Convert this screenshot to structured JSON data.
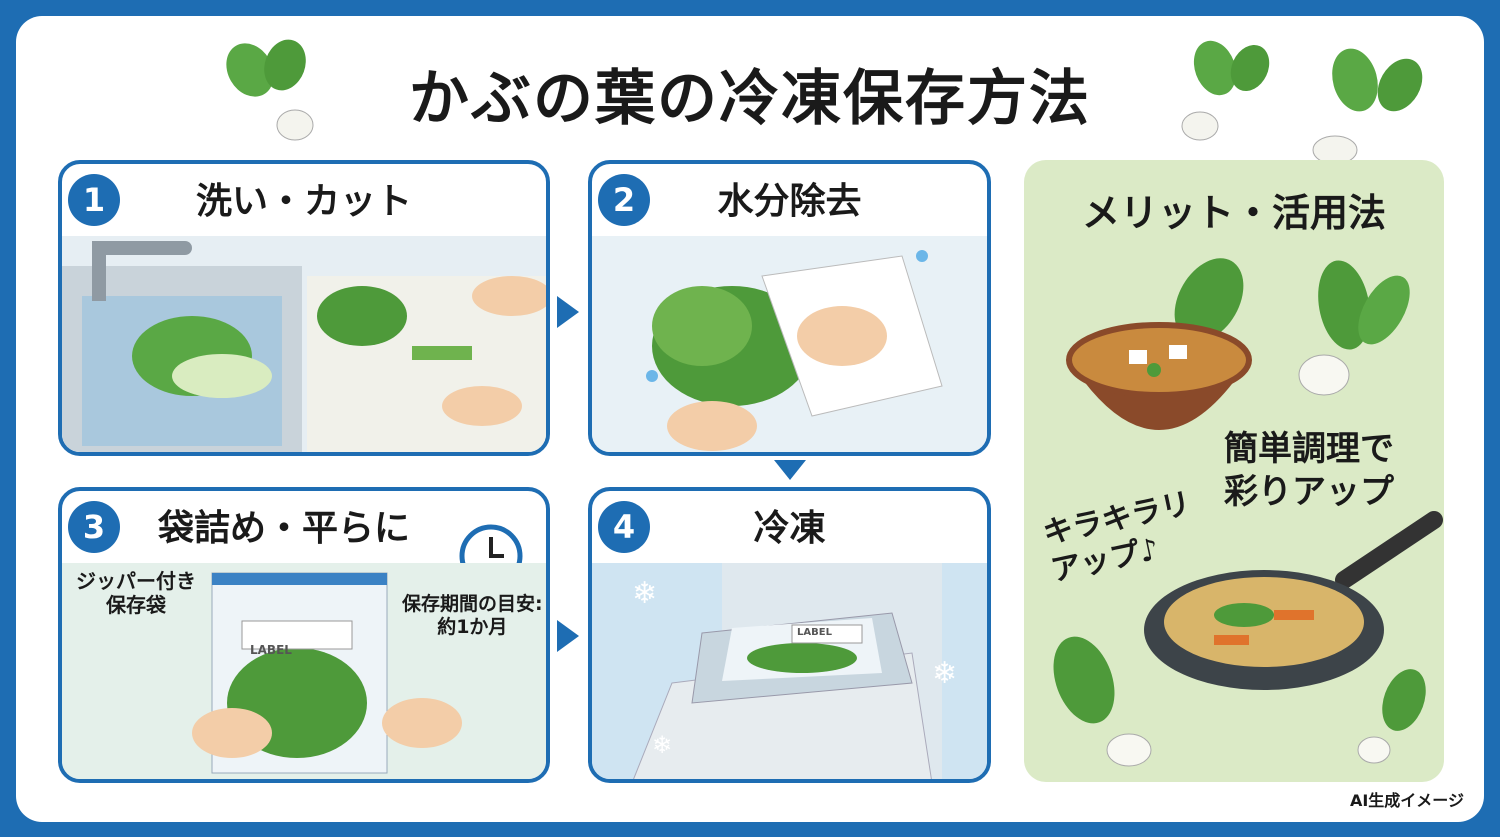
{
  "title": "かぶの葉の冷凍保存方法",
  "steps": [
    {
      "number": "1",
      "label": "洗い・カット"
    },
    {
      "number": "2",
      "label": "水分除去"
    },
    {
      "number": "3",
      "label": "袋詰め・平らに",
      "bag_label": "ジッパー付き\n保存袋",
      "storage_note": "保存期間の目安:\n約1か月",
      "sticker": "LABEL"
    },
    {
      "number": "4",
      "label": "冷凍",
      "sticker": "LABEL"
    }
  ],
  "merits": {
    "title": "メリット・活用法",
    "caption1": "簡単調理で\n彩りアップ",
    "caption2": "キラキラリ\nアップ♪"
  },
  "footer": "AI生成イメージ",
  "colors": {
    "accent": "#1e6db3",
    "merit_bg": "#dbeac6",
    "leaf": "#4e9a3a"
  }
}
